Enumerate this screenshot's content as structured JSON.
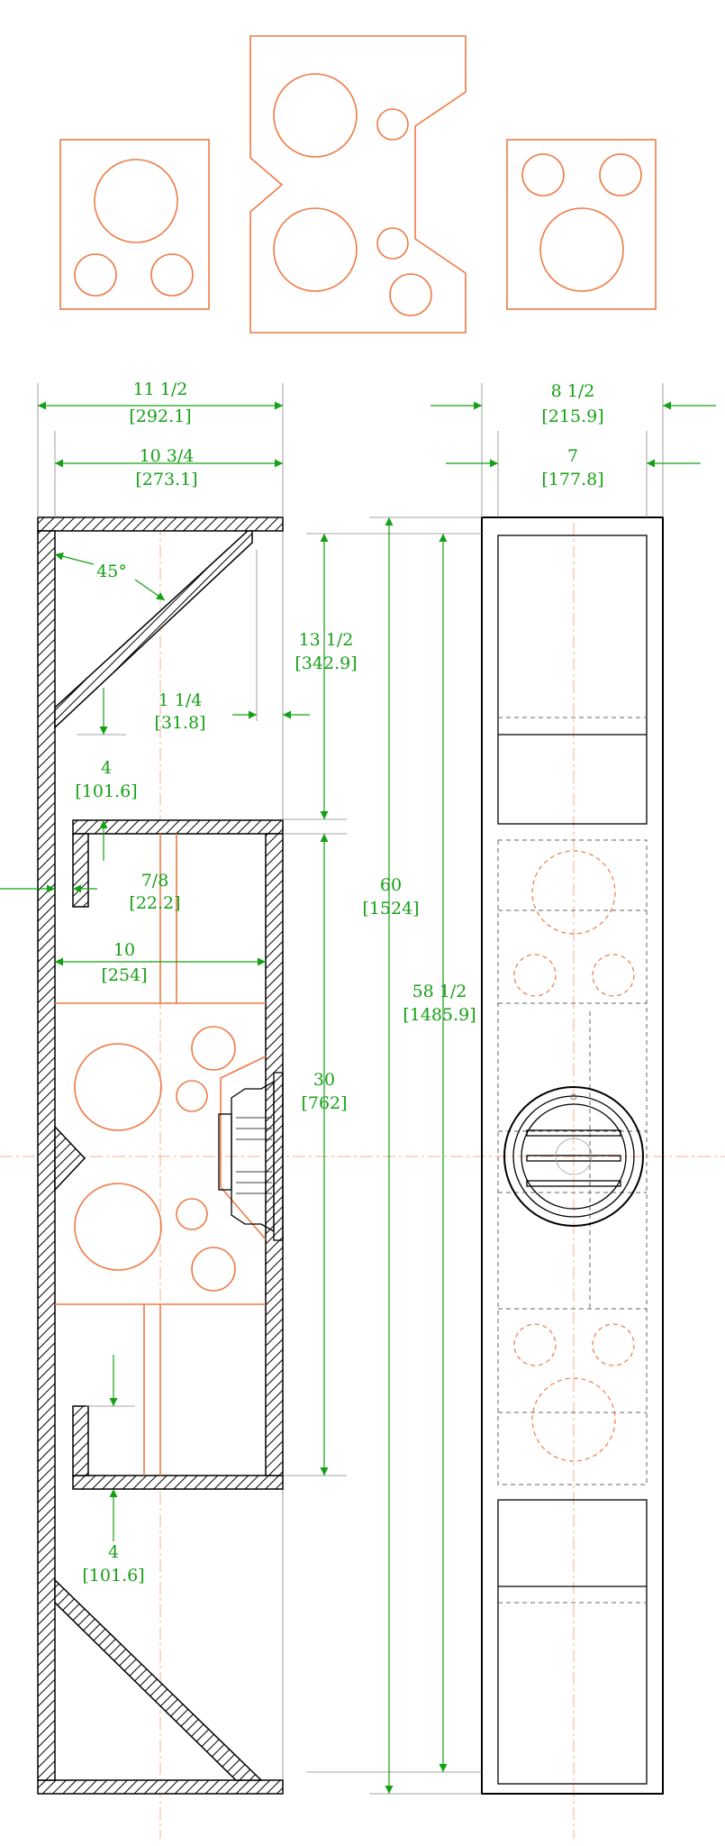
{
  "dimensions": {
    "outer_width": {
      "in": "11 1/2",
      "mm": "[292.1]"
    },
    "inner_width": {
      "in": "10 3/4",
      "mm": "[273.1]"
    },
    "outer_depth": {
      "in": "8 1/2",
      "mm": "[215.9]"
    },
    "inner_depth": {
      "in": "7",
      "mm": "[177.8]"
    },
    "angle": "45°",
    "top_chamber": {
      "in": "13 1/2",
      "mm": "[342.9]"
    },
    "gap": {
      "in": "1 1/4",
      "mm": "[31.8]"
    },
    "upper_port": {
      "in": "4",
      "mm": "[101.6]"
    },
    "panel": {
      "in": "7/8",
      "mm": "[22.2]"
    },
    "inner_box": {
      "in": "10",
      "mm": "[254]"
    },
    "center_box": {
      "in": "30",
      "mm": "[762]"
    },
    "total_height": {
      "in": "60",
      "mm": "[1524]"
    },
    "inner_height": {
      "in": "58 1/2",
      "mm": "[1485.9]"
    },
    "lower_port": {
      "in": "4",
      "mm": "[101.6]"
    }
  },
  "colors": {
    "dimension": "#15a015",
    "cutout": "#ef7a45",
    "structure": "#000000"
  }
}
